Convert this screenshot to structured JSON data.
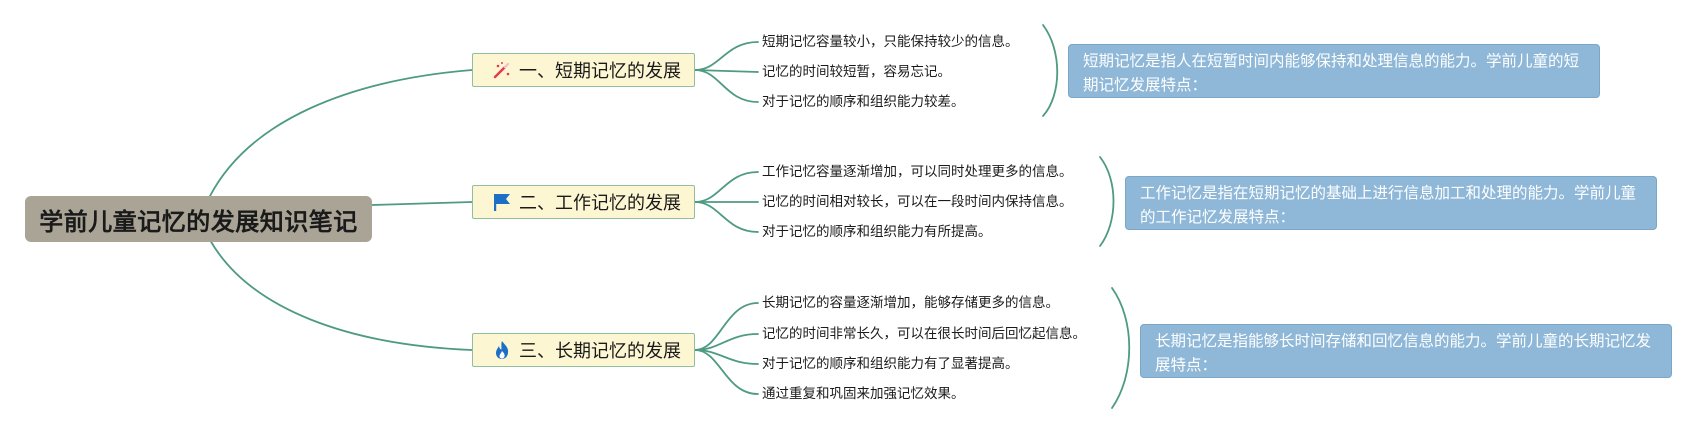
{
  "root": {
    "title": "学前儿童记忆的发展知识笔记"
  },
  "branches": [
    {
      "icon": "magic-wand-icon",
      "label": "一、短期记忆的发展",
      "items": [
        "短期记忆容量较小，只能保持较少的信息。",
        "记忆的时间较短暂，容易忘记。",
        "对于记忆的顺序和组织能力较差。"
      ],
      "note": "短期记忆是指人在短暂时间内能够保持和处理信息的能力。学前儿童的短期记忆发展特点："
    },
    {
      "icon": "blue-flag-icon",
      "label": "二、工作记忆的发展",
      "items": [
        "工作记忆容量逐渐增加，可以同时处理更多的信息。",
        "记忆的时间相对较长，可以在一段时间内保持信息。",
        "对于记忆的顺序和组织能力有所提高。"
      ],
      "note": "工作记忆是指在短期记忆的基础上进行信息加工和处理的能力。学前儿童的工作记忆发展特点："
    },
    {
      "icon": "flame-icon",
      "label": "三、长期记忆的发展",
      "items": [
        "长期记忆的容量逐渐增加，能够存储更多的信息。",
        "记忆的时间非常长久，可以在很长时间后回忆起信息。",
        "对于记忆的顺序和组织能力有了显著提高。",
        "通过重复和巩固来加强记忆效果。"
      ],
      "note": "长期记忆是指能够长时间存储和回忆信息的能力。学前儿童的长期记忆发展特点："
    }
  ],
  "colors": {
    "root_bg": "#a9a496",
    "branch_bg": "#fdf6d3",
    "connector": "#4e9a83",
    "note_bg": "#8fb8d8",
    "note_text": "#ffffff"
  }
}
